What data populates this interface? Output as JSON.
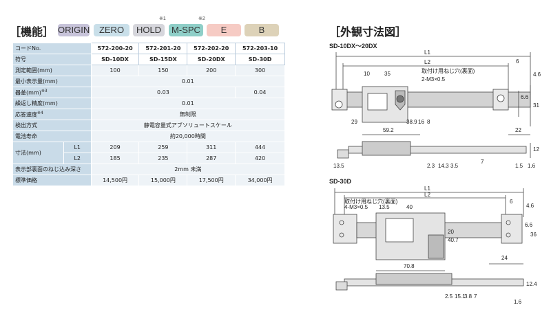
{
  "function_section": {
    "title": "［機能］",
    "tags": [
      {
        "label": "ORIGIN",
        "color": "#c7c3d9"
      },
      {
        "label": "ZERO",
        "color": "#c9dfe9"
      },
      {
        "label": "HOLD",
        "color": "#d6d6dc"
      },
      {
        "label": "M-SPC",
        "color": "#8fcfc8"
      },
      {
        "label": "E",
        "color": "#f6cbc4"
      },
      {
        "label": "B",
        "color": "#ddd2b8"
      }
    ],
    "hold_note": "※1",
    "mspc_note": "※2"
  },
  "spec_table": {
    "code_label": "コードNo.",
    "codes": [
      "572-200-20",
      "572-201-20",
      "572-202-20",
      "572-203-10"
    ],
    "symbol_label": "符号",
    "symbols": [
      "SD-10DX",
      "SD-15DX",
      "SD-20DX",
      "SD-30D"
    ],
    "range_label": "測定範囲(mm)",
    "ranges": [
      "100",
      "150",
      "200",
      "300"
    ],
    "resolution_label": "最小表示量(mm)",
    "resolution": "0.01",
    "error_label": "器差(mm)",
    "error_note": "※3",
    "error_a": "0.03",
    "error_b": "0.04",
    "repeat_label": "繰返し精度(mm)",
    "repeat": "0.01",
    "speed_label": "応答速度",
    "speed_note": "※4",
    "speed": "無制限",
    "method_label": "検出方式",
    "method": "静電容量式アブソリュートスケール",
    "battery_label": "電池寿命",
    "battery": "約20,000時間",
    "size_label": "寸法(mm)",
    "l1_label": "L1",
    "l1": [
      "209",
      "259",
      "311",
      "444"
    ],
    "l2_label": "L2",
    "l2": [
      "185",
      "235",
      "287",
      "420"
    ],
    "screw_label": "表示部裏面のねじ込み深さ",
    "screw": "2mm 未満",
    "price_label": "標準価格",
    "prices": [
      "14,500円",
      "15,000円",
      "17,500円",
      "34,000円"
    ]
  },
  "dimension_section": {
    "title": "［外観寸法図］",
    "dx_label": "SD-10DX～20DX",
    "d30_label": "SD-30D",
    "dx_dims": {
      "L1": "L1",
      "L2": "L2",
      "d6": "6",
      "d46": "4.6",
      "d10": "10",
      "d35": "35",
      "note": "取付け用ねじ穴(裏面)",
      "screw": "2-M3×0.5",
      "d66": "6.6",
      "d31": "31",
      "d29": "29",
      "d389": "38.9",
      "d16": "16",
      "d8": "8",
      "d592": "59.2",
      "d22": "22",
      "d135": "13.5",
      "d23": "2.3",
      "d143": "14.3",
      "d35b": "3.5",
      "d7": "7",
      "d12": "12",
      "d15": "1.5",
      "d16b": "1.6"
    },
    "d30_dims": {
      "L1": "L1",
      "L2": "L2",
      "note": "取付け用ねじ穴(裏面)",
      "screw": "4-M3×0.5",
      "d135": "13.5",
      "d40": "40",
      "d6": "6",
      "d46": "4.6",
      "d20": "20",
      "d407": "40.7",
      "d66": "6.6",
      "d36": "36",
      "d24": "24",
      "d708": "70.8",
      "d25": "2.5",
      "d151": "15.1",
      "d38": "3.8",
      "d7": "7",
      "d124": "12.4",
      "d16": "1.6"
    }
  }
}
